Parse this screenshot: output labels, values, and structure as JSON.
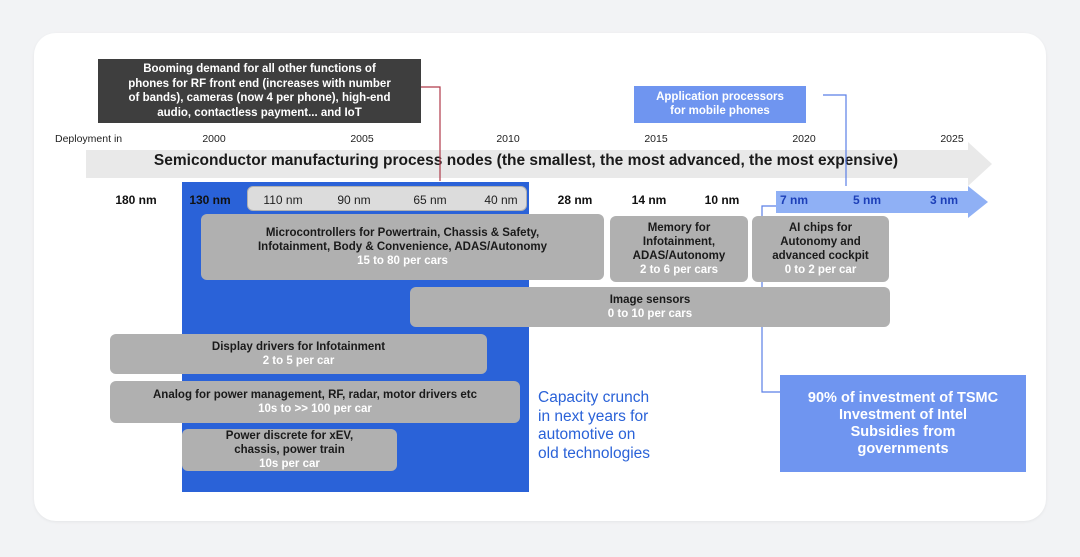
{
  "colors": {
    "background": "#f2f3f5",
    "card": "#ffffff",
    "accent_blue": "#2a62d8",
    "light_blue": "#6f95f0",
    "dark_box": "#3e3e3e",
    "grey_box": "#b0b0b0",
    "arrow_grey": "#e9e9e9",
    "connector_red": "#b03a4a"
  },
  "callouts": {
    "booming_demand": {
      "lines": [
        "Booming demand for all other functions of",
        "phones for RF front end (increases with number",
        "of bands), cameras (now 4 per phone), high-end",
        "audio, contactless payment... and IoT"
      ]
    },
    "app_processors": {
      "lines": [
        "Application processors",
        "for mobile phones"
      ]
    },
    "capacity_crunch": {
      "lines": [
        "Capacity crunch",
        "in next years for",
        "automotive on",
        "old technologies"
      ]
    },
    "investment": {
      "lines": [
        "90% of investment of TSMC",
        "Investment of Intel",
        "Subsidies from",
        "governments"
      ]
    }
  },
  "timeline": {
    "label": "Deployment in",
    "years": [
      "2000",
      "2005",
      "2010",
      "2015",
      "2020",
      "2025"
    ],
    "arrow_title": "Semiconductor manufacturing process nodes (the smallest, the most advanced, the most expensive)"
  },
  "nodes": [
    {
      "label": "180 nm"
    },
    {
      "label": "130 nm"
    },
    {
      "label": "110 nm"
    },
    {
      "label": "90 nm"
    },
    {
      "label": "65 nm"
    },
    {
      "label": "40 nm"
    },
    {
      "label": "28 nm"
    },
    {
      "label": "14 nm"
    },
    {
      "label": "10 nm"
    },
    {
      "label": "7 nm"
    },
    {
      "label": "5 nm"
    },
    {
      "label": "3 nm"
    }
  ],
  "boxes": {
    "microcontrollers": {
      "title_lines": [
        "Microcontrollers for Powertrain, Chassis & Safety,",
        "Infotainment, Body & Convenience, ADAS/Autonomy"
      ],
      "count": "15 to 80 per cars"
    },
    "memory": {
      "title_lines": [
        "Memory for",
        "Infotainment,",
        "ADAS/Autonomy"
      ],
      "count": "2 to 6 per cars"
    },
    "ai_chips": {
      "title_lines": [
        "AI chips for",
        "Autonomy and",
        "advanced cockpit"
      ],
      "count": "0 to 2 per car"
    },
    "image_sensors": {
      "title_lines": [
        "Image sensors"
      ],
      "count": "0 to 10 per cars"
    },
    "display_drivers": {
      "title_lines": [
        "Display drivers for Infotainment"
      ],
      "count": "2 to 5 per car"
    },
    "analog": {
      "title_lines": [
        "Analog for power management, RF, radar, motor drivers etc"
      ],
      "count": "10s to >> 100 per car"
    },
    "power_discrete": {
      "title_lines": [
        "Power discrete for xEV,",
        "chassis, power train"
      ],
      "count": "10s per car"
    }
  }
}
